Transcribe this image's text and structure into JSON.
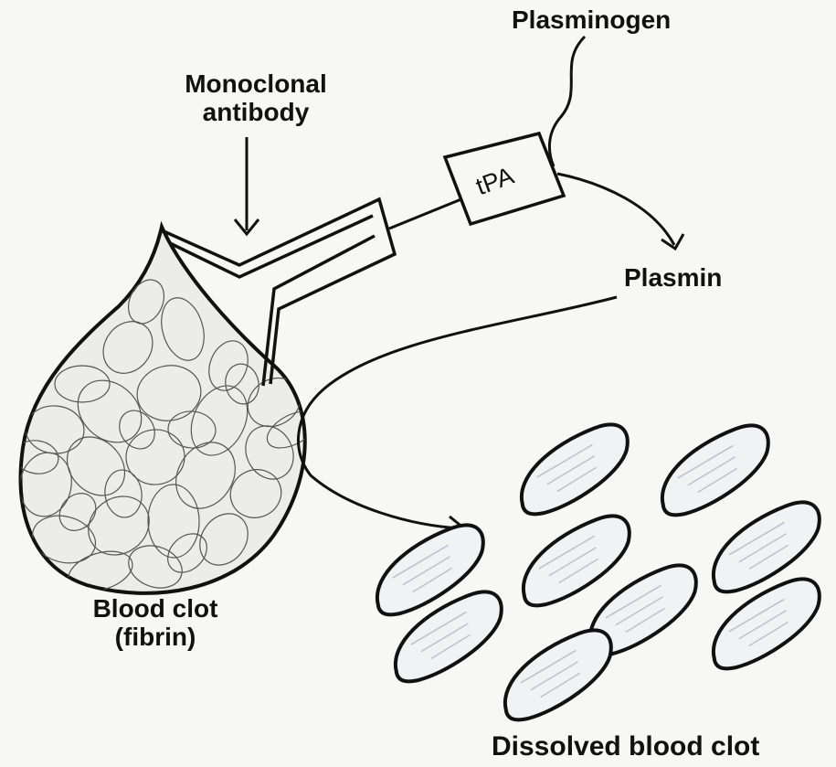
{
  "labels": {
    "plasminogen": "Plasminogen",
    "antibody_line1": "Monoclonal",
    "antibody_line2": "antibody",
    "tpa": "tPA",
    "plasmin": "Plasmin",
    "clot_line1": "Blood clot",
    "clot_line2": "(fibrin)",
    "dissolved": "Dissolved blood clot"
  },
  "colors": {
    "ink": "#111111",
    "fragment_shading": "#b9c2cc",
    "fibrin_strands": "#555555"
  }
}
